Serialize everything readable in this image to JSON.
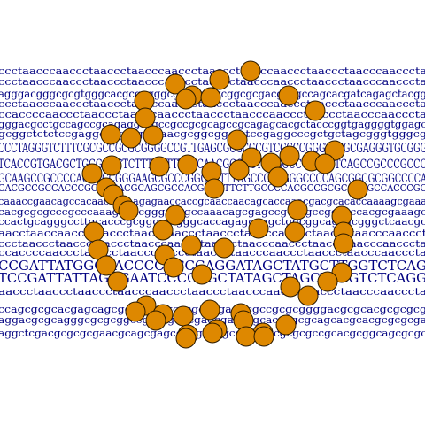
{
  "colors": {
    "text": "#000080",
    "dot_fill": "#DE8800",
    "dot_stroke": "#2b1a00",
    "background": "#ffffff"
  },
  "lines": [
    "ccctaacccaaccctaaccctaacccaaccctaaccctaacccaaccctaaccctaacccaacccta",
    "ccctaacccaaccctaaccctaacccaaccctaaccctaacccaaccctaaccctaacccaacccta",
    "agggacgggcgcgtgggcacgcgagggcgggctacgcggcgcgacgcagccagcacgatcagagctacgg",
    "ccctaacccaaccctaaccctaacccaaccctaaccctaacccaaccctaaccctaacccaacccta",
    "ccaccccaaccctaaccctaacccaaccctaaccctaacccaaccctaaccctaacccaacccta",
    "gggacgcctgccagccgcagaggccgccgccgcgcagccgcagagcacgctacccggtgaggggtggagc",
    "gcggctctctccgaggcccgctgctcaacgcggcggctctccgaggcccgctgctagcgggtgggcg",
    "CCCTAGGGTCTTTCGCGCCGCGCGGGGCCGTTGAGCGCGCGCGTCCGCCGGGTCCGCGAGGGTGCGGG",
    "TCACCGTGACGCTGGGCGCTCTTTGCTTTCCCAACGCCGCTCCGCCCGCCCTTCAGCCGCCCGCCC",
    "GCAAGCCGCCCCACGCGCGGGAAGCGCCCGGGCTTTTGGCCCACGGGCCCCAGCGGCGCGGCCCCA",
    "CACGCCGCCACCCGCGCCACGCAGCGCCACGCCCTTCTTGCCCCACGCCGCGCCCAGCCACCCGC",
    "caaaccgaacagccacaaccagaagagaaccaccgcaaccaacagcaccaaacgacgcacaccaaaagcgaaa",
    "cacgcgcgcccgcccaaagcgacgggcgcgccaaacagcgagccgcccgccgcgcccacgcgaaagc",
    "ccactgcagggccttgcacccgcgggcctgggcaccagaggaagctggcggcagcgcgggctcaacgc",
    "aacctaaccaaccctaaccctaacccaaccctaaccctaacccaaccctaaccctaacccaaccct",
    "ccctaaccctaaccctaaccctaacccaaccctaaccctaacccaaccctaaccctaacccaacccta",
    "ccaccccaaccctaaccctaacccaaccctaaccctaacccaaccctaaccctaacccaacccta",
    "CCGATTATGGGAACCCCCCCCAGGATAGCTATGCTTGGTCTCAG",
    "TCCGATTATTAGGGAATCCCCCGCTATAGCTAGCTTGGTCTCAGG",
    "aaccctaaccctaaccctaacccaaccctaaccctaacccaaccctaaccctaacccaacccta",
    "ccagcgcgcacgagcagcgggcgcggcccgcgcgaggcgccgcgcggggacgcgcacgcgcgcg",
    "aggacgcgcagggcgcgcggccgccagagcgagcgacgcgcacgcgcgcagcacgcacgcgcgcga",
    "aggctcgacgcgcgcgaacgcagcgagcgcggggcgcgcgccgcgcgcgccgcacgcggcagcgcgc"
  ],
  "dots": 70
}
